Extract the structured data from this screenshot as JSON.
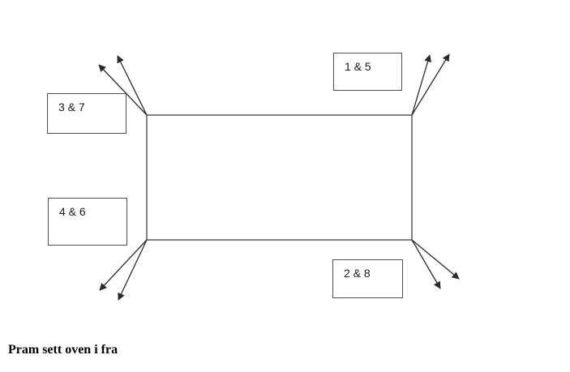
{
  "diagram": {
    "caption": "Pram sett oven i fra",
    "boxes": {
      "top_left": {
        "label": "3 & 7"
      },
      "top_right": {
        "label": "1 & 5"
      },
      "bottom_left": {
        "label": "4 & 6"
      },
      "bottom_right": {
        "label": "2 & 8"
      }
    },
    "arrows_per_corner": "2",
    "colors": {
      "outline": "#595959",
      "box_border": "#4d4d4d",
      "arrow": "#2b2b2b",
      "text": "#1a1a1a",
      "background": "#ffffff"
    }
  }
}
